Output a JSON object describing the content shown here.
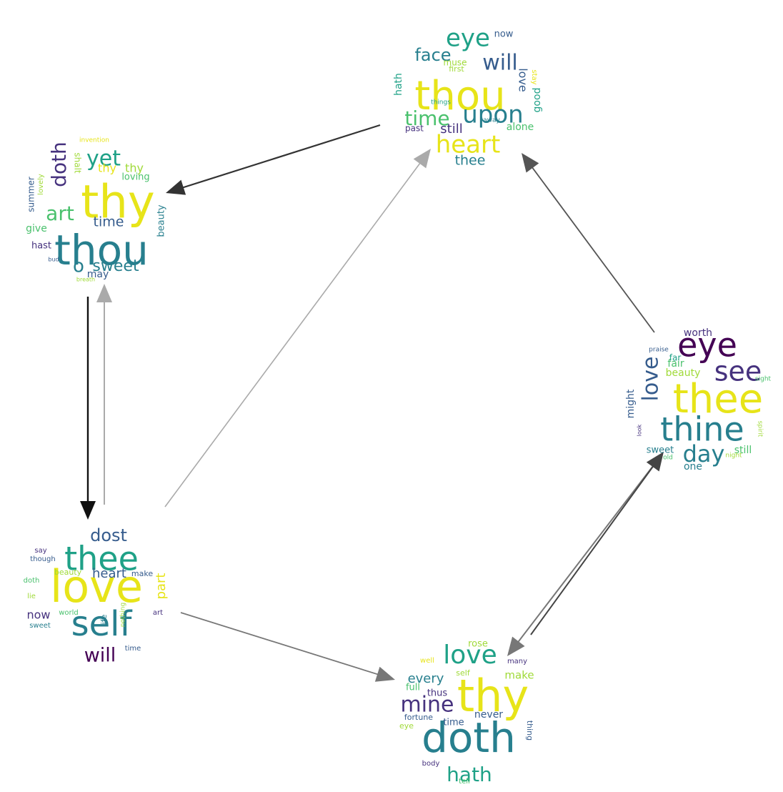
{
  "colors": {
    "background": "#ffffff",
    "palette": [
      "#440154",
      "#46327e",
      "#365c8d",
      "#277f8e",
      "#1fa187",
      "#4ac16d",
      "#a0da39",
      "#e7e419"
    ]
  },
  "clouds": [
    {
      "id": "top",
      "words": [
        {
          "text": "thou",
          "c": 7
        },
        {
          "text": "eye",
          "c": 4
        },
        {
          "text": "will",
          "c": 2
        },
        {
          "text": "face",
          "c": 3
        },
        {
          "text": "upon",
          "c": 3
        },
        {
          "text": "time",
          "c": 5
        },
        {
          "text": "heart",
          "c": 7
        },
        {
          "text": "still",
          "c": 1
        },
        {
          "text": "thee",
          "c": 3
        },
        {
          "text": "alone",
          "c": 5
        },
        {
          "text": "love",
          "c": 2
        },
        {
          "text": "good",
          "c": 4
        },
        {
          "text": "hath",
          "c": 4
        },
        {
          "text": "past",
          "c": 1
        },
        {
          "text": "now",
          "c": 2
        },
        {
          "text": "muse",
          "c": 6
        },
        {
          "text": "first",
          "c": 6
        },
        {
          "text": "stay",
          "c": 7
        },
        {
          "text": "things",
          "c": 4
        },
        {
          "text": "away",
          "c": 3
        }
      ]
    },
    {
      "id": "left-top",
      "words": [
        {
          "text": "thy",
          "c": 7
        },
        {
          "text": "thou",
          "c": 3
        },
        {
          "text": "yet",
          "c": 4
        },
        {
          "text": "doth",
          "c": 1
        },
        {
          "text": "art",
          "c": 5
        },
        {
          "text": "thy",
          "c": 7
        },
        {
          "text": "thy",
          "c": 6
        },
        {
          "text": "loving",
          "c": 5
        },
        {
          "text": "time",
          "c": 2
        },
        {
          "text": "sweet",
          "c": 3
        },
        {
          "text": "o",
          "c": 3
        },
        {
          "text": "may",
          "c": 2
        },
        {
          "text": "give",
          "c": 5
        },
        {
          "text": "hast",
          "c": 1
        },
        {
          "text": "beauty",
          "c": 3
        },
        {
          "text": "summer",
          "c": 2
        },
        {
          "text": "lovely",
          "c": 6
        },
        {
          "text": "shalt",
          "c": 6
        },
        {
          "text": "invention",
          "c": 7
        },
        {
          "text": "bud",
          "c": 2
        },
        {
          "text": "breath",
          "c": 6
        }
      ]
    },
    {
      "id": "right",
      "words": [
        {
          "text": "eye",
          "c": 0
        },
        {
          "text": "see",
          "c": 1
        },
        {
          "text": "thee",
          "c": 7
        },
        {
          "text": "thine",
          "c": 3
        },
        {
          "text": "love",
          "c": 2
        },
        {
          "text": "day",
          "c": 3
        },
        {
          "text": "beauty",
          "c": 6
        },
        {
          "text": "fair",
          "c": 5
        },
        {
          "text": "far",
          "c": 4
        },
        {
          "text": "worth",
          "c": 1
        },
        {
          "text": "praise",
          "c": 2
        },
        {
          "text": "might",
          "c": 2
        },
        {
          "text": "sweet",
          "c": 3
        },
        {
          "text": "still",
          "c": 5
        },
        {
          "text": "one",
          "c": 3
        },
        {
          "text": "sight",
          "c": 5
        },
        {
          "text": "spirit",
          "c": 6
        },
        {
          "text": "look",
          "c": 1
        },
        {
          "text": "night",
          "c": 6
        },
        {
          "text": "old",
          "c": 5
        }
      ]
    },
    {
      "id": "left-bottom",
      "words": [
        {
          "text": "love",
          "c": 7
        },
        {
          "text": "thee",
          "c": 4
        },
        {
          "text": "self",
          "c": 3
        },
        {
          "text": "dost",
          "c": 2
        },
        {
          "text": "will",
          "c": 0
        },
        {
          "text": "heart",
          "c": 2
        },
        {
          "text": "part",
          "c": 7
        },
        {
          "text": "now",
          "c": 1
        },
        {
          "text": "beauty",
          "c": 6
        },
        {
          "text": "make",
          "c": 2
        },
        {
          "text": "say",
          "c": 1
        },
        {
          "text": "though",
          "c": 2
        },
        {
          "text": "doth",
          "c": 5
        },
        {
          "text": "lie",
          "c": 6
        },
        {
          "text": "world",
          "c": 5
        },
        {
          "text": "sweet",
          "c": 3
        },
        {
          "text": "life",
          "c": 3
        },
        {
          "text": "nothing",
          "c": 6
        },
        {
          "text": "art",
          "c": 1
        },
        {
          "text": "time",
          "c": 2
        }
      ]
    },
    {
      "id": "bottom",
      "words": [
        {
          "text": "thy",
          "c": 7
        },
        {
          "text": "doth",
          "c": 3
        },
        {
          "text": "love",
          "c": 4
        },
        {
          "text": "mine",
          "c": 1
        },
        {
          "text": "hath",
          "c": 4
        },
        {
          "text": "every",
          "c": 3
        },
        {
          "text": "make",
          "c": 6
        },
        {
          "text": "rose",
          "c": 6
        },
        {
          "text": "full",
          "c": 5
        },
        {
          "text": "thus",
          "c": 1
        },
        {
          "text": "never",
          "c": 2
        },
        {
          "text": "fortune",
          "c": 2
        },
        {
          "text": "time",
          "c": 2
        },
        {
          "text": "self",
          "c": 6
        },
        {
          "text": "well",
          "c": 7
        },
        {
          "text": "many",
          "c": 1
        },
        {
          "text": "eye",
          "c": 6
        },
        {
          "text": "thing",
          "c": 2
        },
        {
          "text": "body",
          "c": 1
        },
        {
          "text": "tell",
          "c": 5
        }
      ]
    }
  ],
  "edges": [
    {
      "from": "top",
      "to": "left-top",
      "color": "#333333",
      "width": 2.2
    },
    {
      "from": "left-top",
      "to": "left-bottom",
      "color": "#111111",
      "width": 2.4
    },
    {
      "from": "left-bottom",
      "to": "left-top",
      "color": "#aaaaaa",
      "width": 2.0
    },
    {
      "from": "left-bottom",
      "to": "top",
      "color": "#aaaaaa",
      "width": 1.6
    },
    {
      "from": "left-bottom",
      "to": "bottom",
      "color": "#777777",
      "width": 1.8
    },
    {
      "from": "right",
      "to": "top",
      "color": "#555555",
      "width": 1.8
    },
    {
      "from": "right",
      "to": "bottom",
      "color": "#777777",
      "width": 2.0
    },
    {
      "from": "bottom",
      "to": "right",
      "color": "#444444",
      "width": 2.0
    }
  ]
}
